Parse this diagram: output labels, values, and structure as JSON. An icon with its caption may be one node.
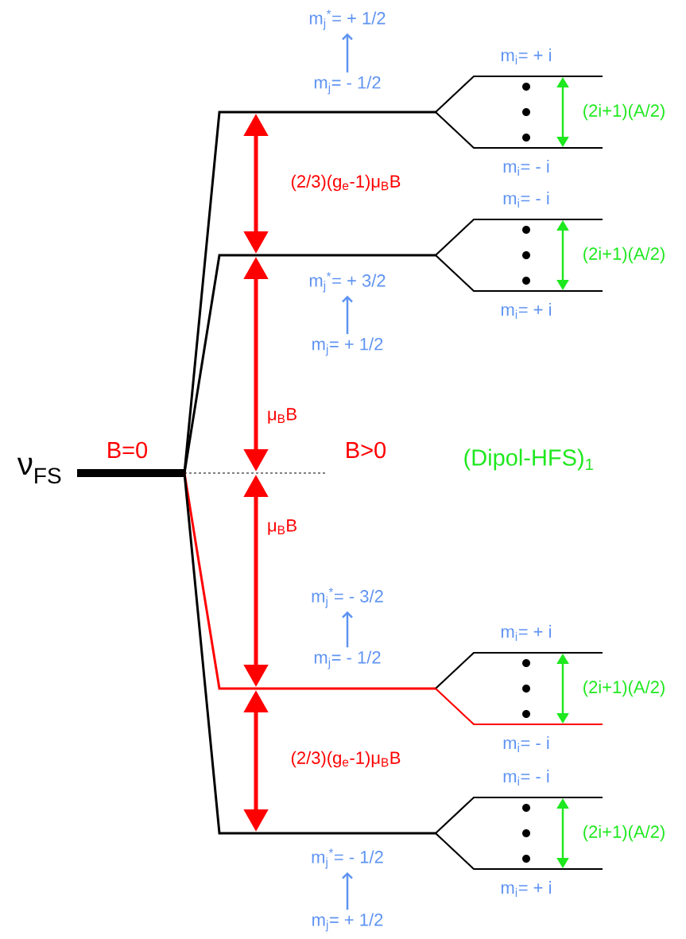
{
  "diagram": {
    "nodes": [
      {
        "text": [
          "m$_{j}$$^{*}$= + 1/2"
        ]
      },
      {
        "text": [
          "m$_{j}$= - 1/2"
        ]
      },
      {
        "text": [
          "m$_{j}$$^{*}$= + 3/2"
        ]
      },
      {
        "text": [
          "m$_{j}$= + 1/2"
        ]
      },
      {
        "text": [
          "m$_{j}$$^{*}$= - 3/2"
        ]
      },
      {
        "text": [
          "m$_{j}$= - 1/2"
        ]
      },
      {
        "text": [
          "m$_{j}$$^{*}$= - 1/2"
        ]
      },
      {
        "text": [
          "m$_{j}$= + 1/2"
        ]
      }
    ],
    "edges": [
      {
        "from": 1,
        "to": 0,
        "arrow": "to"
      },
      {
        "from": 3,
        "to": 2,
        "arrow": "to"
      },
      {
        "from": 5,
        "to": 4,
        "arrow": "to"
      },
      {
        "from": 7,
        "to": 6,
        "arrow": "to"
      }
    ],
    "labels": [
      "m$_{i}$= + i",
      "(2i+1)(A/2)",
      "m$_{i}$= - i",
      "(2/3)(g$_{e}$-1)μ$_{B}$B",
      "m$_{i}$= - i",
      "(2i+1)(A/2)",
      "m$_{i}$= + i",
      "μ$_{B}$B",
      "ν$_{FS}$",
      "B=0",
      "B>0",
      "(Dipol-HFS)$_{1}$",
      "μ$_{B}$B",
      "m$_{i}$= + i",
      "(2i+1)(A/2)",
      "m$_{i}$= - i",
      "(2/3)(g$_{e}$-1)μ$_{B}$B",
      "m$_{i}$= - i",
      "(2i+1)(A/2)",
      "m$_{i}$= + i"
    ]
  }
}
